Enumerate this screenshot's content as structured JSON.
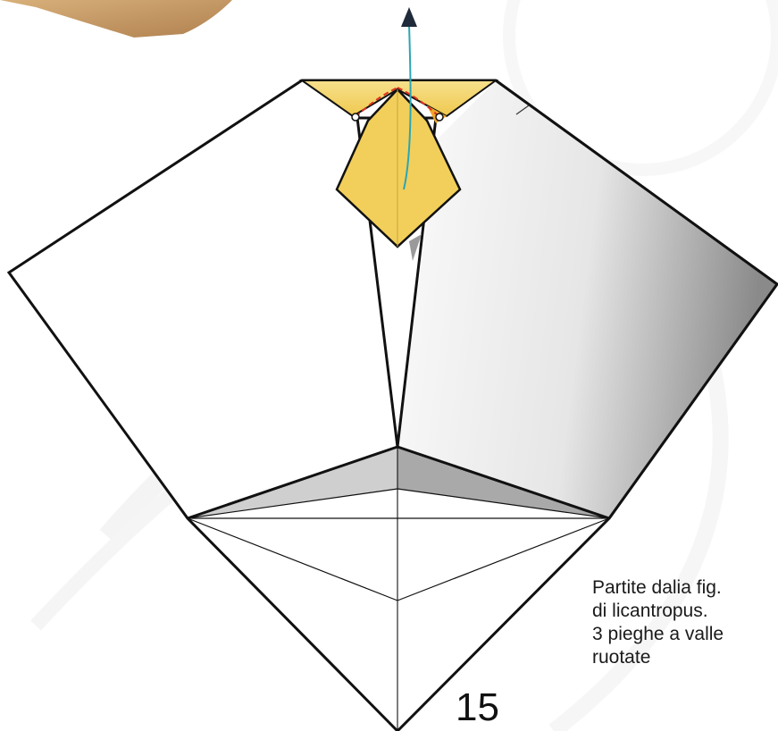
{
  "diagram": {
    "step_number": "15",
    "caption_lines": [
      "Partite dalia fig.",
      "di licantropus.",
      "3 pieghe a valle",
      "ruotate"
    ],
    "colors": {
      "paper_white": "#ffffff",
      "outline": "#111111",
      "yellow_flap": "#f2cf5a",
      "yellow_highlight": "#f8e39a",
      "orange_accent": "#f0a52a",
      "fold_line_red": "#e0301e",
      "arrow_teal": "#2aa6b5",
      "arrow_head": "#1f2a3a",
      "shadow_gray": "#9a9a9a",
      "gradient_light": "#fafafa",
      "gradient_dark": "#777777",
      "photo_tan": "#c89a5e"
    }
  }
}
